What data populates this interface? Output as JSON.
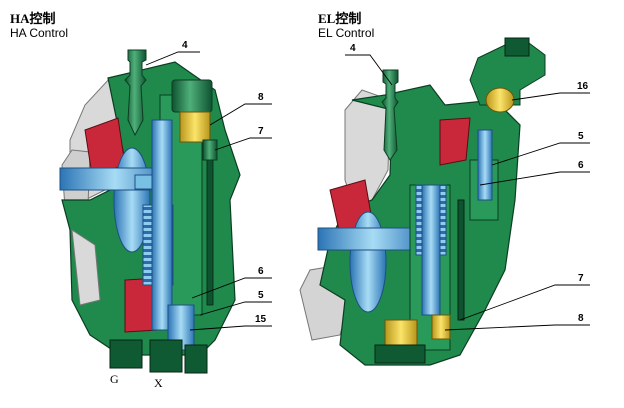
{
  "left": {
    "title_cn": "HA控制",
    "title_en": "HA Control",
    "callouts": [
      "4",
      "8",
      "7",
      "6",
      "5",
      "15"
    ],
    "ports": [
      "G",
      "X"
    ]
  },
  "right": {
    "title_cn": "EL控制",
    "title_en": "EL Control",
    "callouts": [
      "4",
      "16",
      "5",
      "6",
      "7",
      "8"
    ]
  },
  "colors": {
    "housing_green": "#1f8a4c",
    "dark_green": "#0f5a33",
    "spring_blue": "#3a78b8",
    "light_blue": "#7ec3e6",
    "red": "#c9283a",
    "yellow": "#f2d035",
    "grey": "#d7d7d7"
  }
}
